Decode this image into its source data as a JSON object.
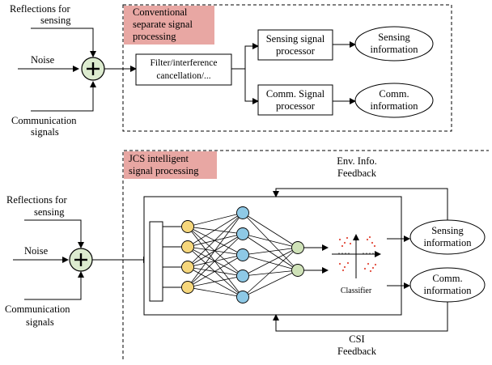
{
  "colors": {
    "highlight_box": "#e8a7a3",
    "adder_fill": "#dcebcf",
    "input_neuron": "#f6d77c",
    "hidden_neuron": "#8ec9e6",
    "output_neuron": "#cfe2b8",
    "scatter_points": "#e24b3b"
  },
  "icons": {
    "adder": "plus-circle-icon",
    "classifier": "scatter-plot-icon"
  },
  "top": {
    "title_line1": "Conventional",
    "title_line2": "separate signal",
    "title_line3": "processing",
    "inputs": {
      "reflections_line1": "Reflections for",
      "reflections_line2": "sensing",
      "noise": "Noise",
      "comm_line1": "Communication",
      "comm_line2": "signals"
    },
    "adder_symbol": "+",
    "filter_line1": "Filter/interference",
    "filter_line2": "cancellation/...",
    "sensing_proc_line1": "Sensing signal",
    "sensing_proc_line2": "processor",
    "comm_proc_line1": "Comm. Signal",
    "comm_proc_line2": "processor",
    "sensing_info_line1": "Sensing",
    "sensing_info_line2": "information",
    "comm_info_line1": "Comm.",
    "comm_info_line2": "information"
  },
  "bottom": {
    "title_line1": "JCS intelligent",
    "title_line2": "signal processing",
    "inputs": {
      "reflections_line1": "Reflections for",
      "reflections_line2": "sensing",
      "noise": "Noise",
      "comm_line1": "Communication",
      "comm_line2": "signals"
    },
    "adder_symbol": "+",
    "classifier": "Classifier",
    "env_feedback_line1": "Env. Info.",
    "env_feedback_line2": "Feedback",
    "csi_feedback_line1": "CSI",
    "csi_feedback_line2": "Feedback",
    "sensing_info_line1": "Sensing",
    "sensing_info_line2": "information",
    "comm_info_line1": "Comm.",
    "comm_info_line2": "information"
  }
}
